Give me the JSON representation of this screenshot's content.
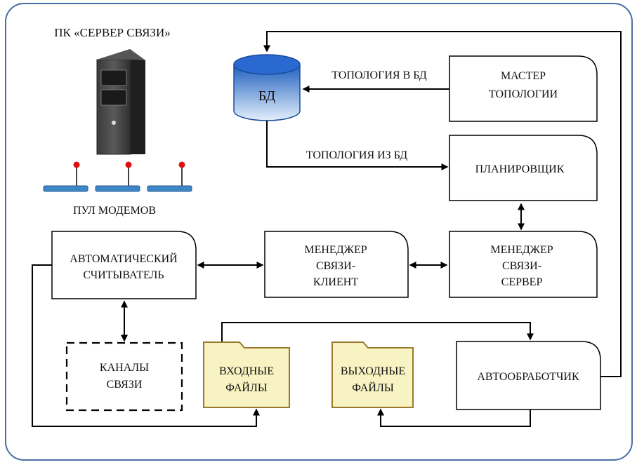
{
  "pc_title": "ПК «СЕРВЕР СВЯЗИ»",
  "modem_pool": "ПУЛ МОДЕМОВ",
  "db": "БД",
  "edges": {
    "topology_to_db": "ТОПОЛОГИЯ В БД",
    "topology_from_db": "ТОПОЛОГИЯ ИЗ БД"
  },
  "boxes": {
    "topology_master": [
      "МАСТЕР",
      "ТОПОЛОГИИ"
    ],
    "scheduler": [
      "ПЛАНИРОВЩИК"
    ],
    "comm_manager_server": [
      "МЕНЕДЖЕР",
      "СВЯЗИ-",
      "СЕРВЕР"
    ],
    "comm_manager_client": [
      "МЕНЕДЖЕР",
      "СВЯЗИ-",
      "КЛИЕНТ"
    ],
    "auto_reader": [
      "АВТОМАТИЧЕСКИЙ",
      "СЧИТЫВАТЕЛЬ"
    ],
    "comm_channels": [
      "КАНАЛЫ",
      "СВЯЗИ"
    ],
    "input_files": [
      "ВХОДНЫЕ",
      "ФАЙЛЫ"
    ],
    "output_files": [
      "ВЫХОДНЫЕ",
      "ФАЙЛЫ"
    ],
    "auto_processor": [
      "АВТООБРАБОТЧИК"
    ]
  },
  "colors": {
    "frame": "#4a6fa5",
    "db_top": "#1f5fbf",
    "db_bottom": "#d8e8fb",
    "folder_fill": "#f7f3c2",
    "folder_stroke": "#9a7a2a",
    "modem_blue": "#3f86c8",
    "antenna_red": "#e01010"
  }
}
